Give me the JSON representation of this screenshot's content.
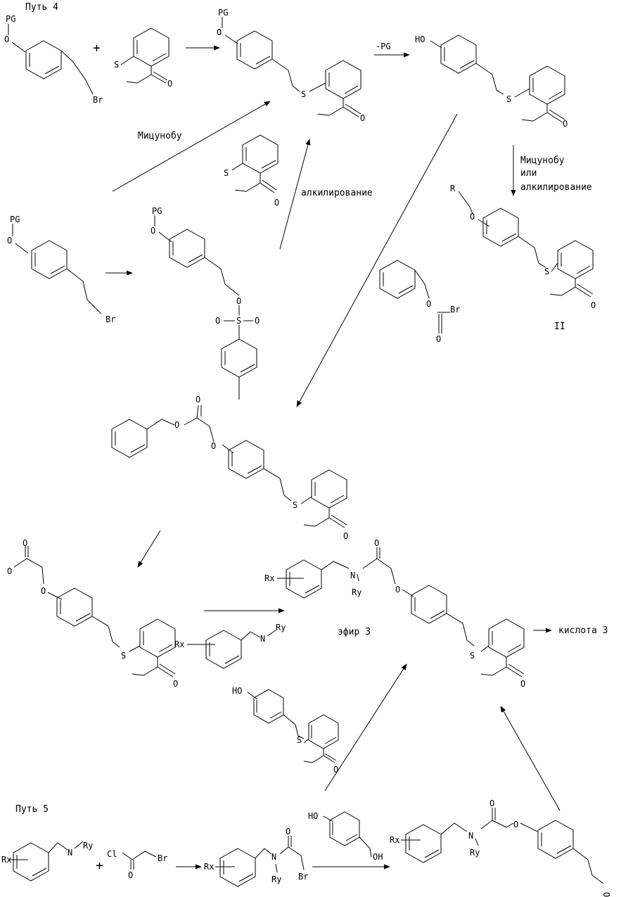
{
  "route4": {
    "label": "Путь 4"
  },
  "route5": {
    "label": "Путь 5"
  },
  "atoms": {
    "pg": "PG",
    "o": "O",
    "s": "S",
    "br": "Br",
    "ho": "HO",
    "oh": "OH",
    "r": "R",
    "n": "N",
    "cl": "Cl",
    "rx": "Rx",
    "ry": "Ry"
  },
  "signs": {
    "plus": "+"
  },
  "labels": {
    "deprotect": "-PG",
    "mitsunobu": "Мицунобу",
    "mitsunobu_or": "Мицунобу",
    "or_word": "или",
    "alkylation_right": "алкилирование",
    "alkylation_mid": "алкилирование",
    "compound_ii": "II",
    "ester3": "эфир 3",
    "acid3": "кислота 3"
  }
}
